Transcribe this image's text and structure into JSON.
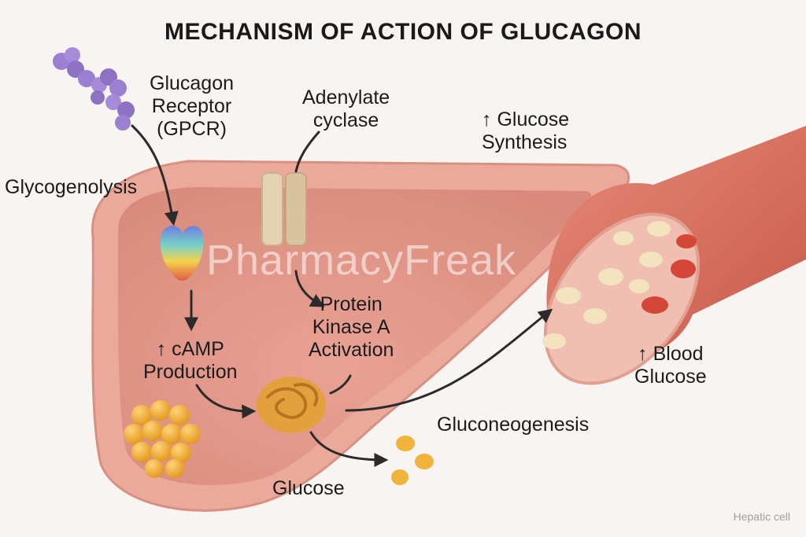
{
  "title": "MECHANISM OF ACTION OF GLUCAGON",
  "labels": {
    "receptor": "Glucagon\nReceptor\n(GPCR)",
    "adenylate": "Adenylate\ncyclase",
    "synthesis": "↑ Glucose\nSynthesis",
    "glycogenolysis": "Glycogenolysis",
    "camp": "↑ cAMP\nProduction",
    "pka": "Protein\nKinase A\nActivation",
    "blood": "↑ Blood\nGlucose",
    "gluconeogenesis": "Gluconeogenesis",
    "glucose": "Glucose"
  },
  "watermark": "PharmacyFreak",
  "corner_note": "Hepatic cell",
  "colors": {
    "liver_outer": "#e9a79a",
    "liver_inner": "#e4988a",
    "vessel": "#d9705f",
    "arrow": "#2b2b2b",
    "glucagon": "#9b7fd0",
    "glycogen": "#f2b13a"
  }
}
